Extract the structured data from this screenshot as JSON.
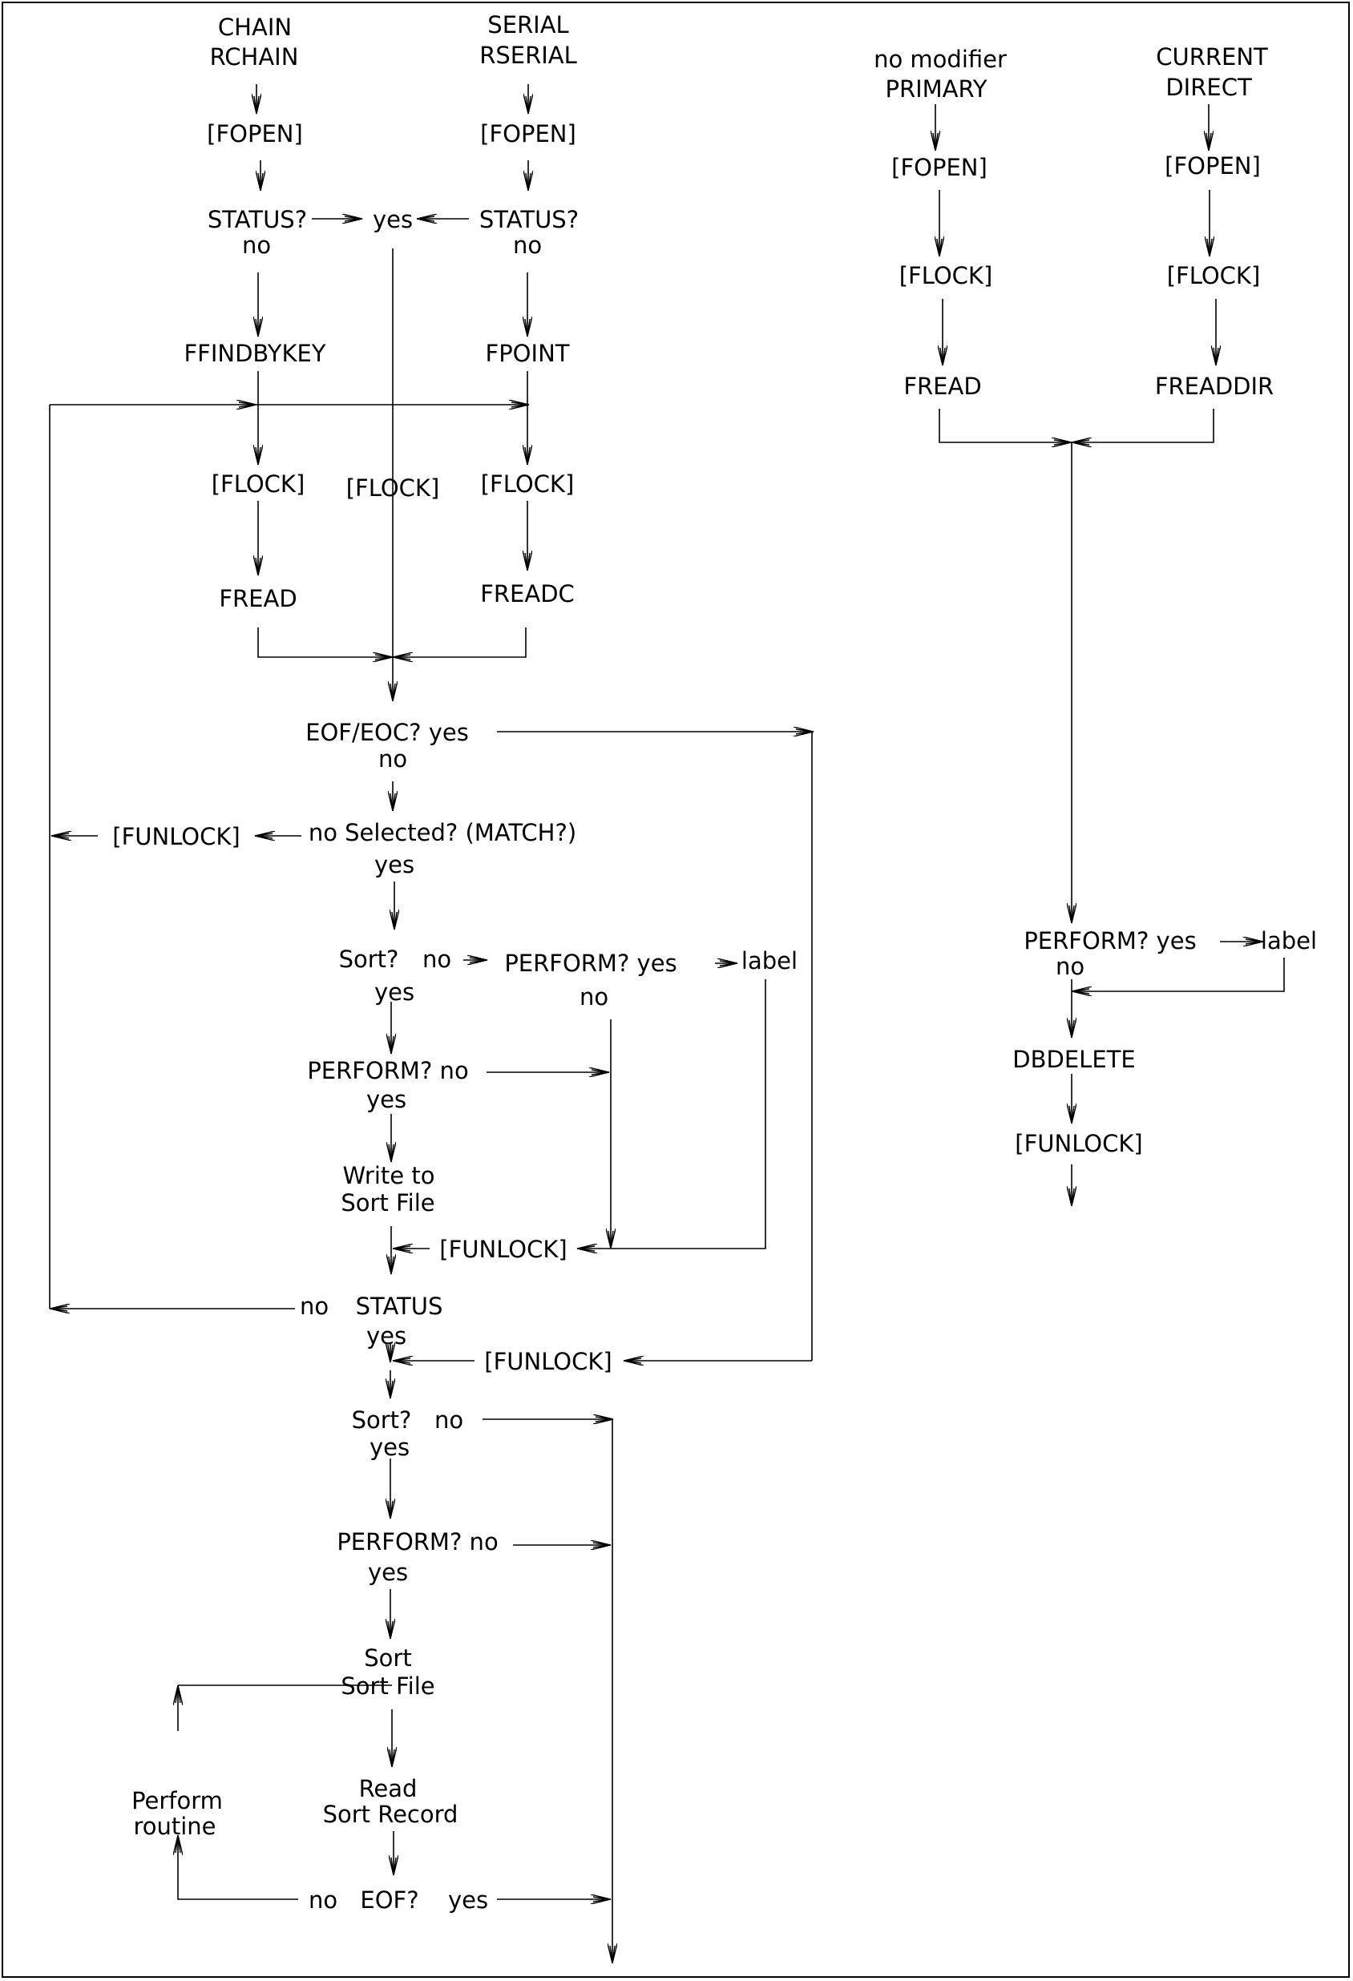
{
  "colors": {
    "ink": "#000000",
    "background": "#ffffff"
  },
  "labels": {
    "chain": "CHAIN",
    "rchain": "RCHAIN",
    "serial": "SERIAL",
    "rserial": "RSERIAL",
    "fopen_a": "[FOPEN]",
    "fopen_b": "[FOPEN]",
    "status_a": "STATUS?",
    "status_a_no": "no",
    "status_yes": "yes",
    "status_b": "STATUS?",
    "status_b_no": "no",
    "ffindbykey": "FFINDBYKEY",
    "fpoint": "FPOINT",
    "flock_a": "[FLOCK]",
    "flock_mid": "[FLOCK]",
    "flock_b": "[FLOCK]",
    "fread_a": "FREAD",
    "freadc": "FREADC",
    "eof_eoc": "EOF/EOC? yes",
    "eof_eoc_no": "no",
    "funlock_sel": "[FUNLOCK]",
    "selected": "no Selected? (MATCH?)",
    "selected_yes": "yes",
    "sort1": "Sort?",
    "sort1_no": "no",
    "sort1_yes": "yes",
    "perform1": "PERFORM? yes",
    "perform1_no": "no",
    "label1": "label",
    "perform2": "PERFORM? no",
    "perform2_yes": "yes",
    "write_to": "Write to",
    "sort_file_w": "Sort File",
    "funlock_mid": "[FUNLOCK]",
    "status_no": "no",
    "status_loop": "STATUS",
    "status_loop_yes": "yes",
    "funlock_eof": "[FUNLOCK]",
    "sort2": "Sort?",
    "sort2_no": "no",
    "sort2_yes": "yes",
    "perform3": "PERFORM? no",
    "perform3_yes": "yes",
    "sort_cmd": "Sort",
    "sort_file2": "Sort File",
    "read": "Read",
    "sort_record": "Sort Record",
    "perform_r": "Perform",
    "routine": "routine",
    "eof_no": "no",
    "eof": "EOF?",
    "eof_yes": "yes",
    "no_modifier": "no modifier",
    "primary": "PRIMARY",
    "current": "CURRENT",
    "direct": "DIRECT",
    "fopen_c": "[FOPEN]",
    "fopen_d": "[FOPEN]",
    "flock_c": "[FLOCK]",
    "flock_d": "[FLOCK]",
    "fread_c": "FREAD",
    "freaddir": "FREADDIR",
    "perform_r2": "PERFORM? yes",
    "perform_r2_no": "no",
    "label2": "label",
    "dbdelete": "DBDELETE",
    "funlock_r": "[FUNLOCK]"
  }
}
